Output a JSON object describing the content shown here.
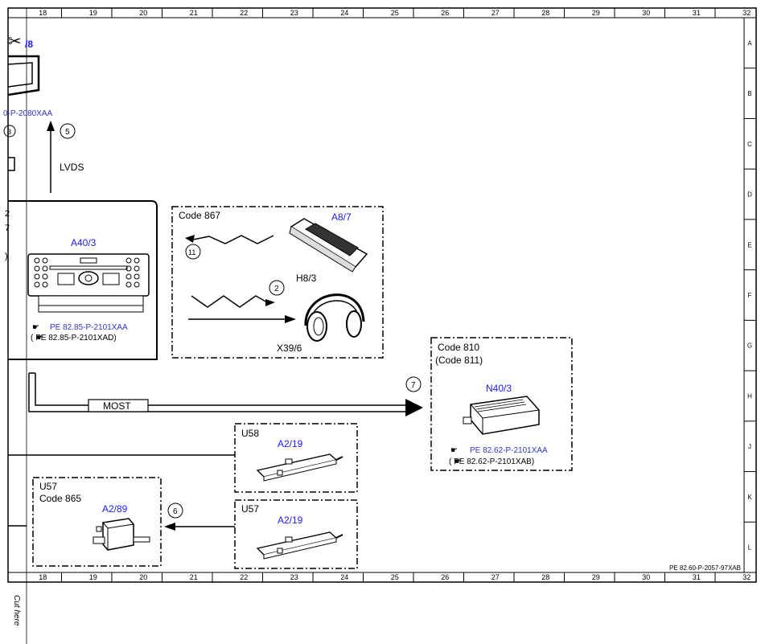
{
  "ruler": {
    "columns": [
      "18",
      "19",
      "20",
      "21",
      "22",
      "23",
      "24",
      "25",
      "26",
      "27",
      "28",
      "29",
      "30",
      "31",
      "32"
    ],
    "rows": [
      "A",
      "B",
      "C",
      "D",
      "E",
      "F",
      "G",
      "H",
      "J",
      "K",
      "L"
    ]
  },
  "top_left": {
    "ref_partial": "/8",
    "doc_ref_partial": "0-P-2080XAA",
    "circle_left": "3",
    "circle_5": "5",
    "lvds": "LVDS"
  },
  "left_panel": {
    "frag_2": "2",
    "frag_7": "7",
    "frag_paren": ")"
  },
  "a40": {
    "ref": "A40/3",
    "doc1": "PE 82.85-P-2101XAA",
    "doc2": "(   PE 82.85-P-2101XAD)"
  },
  "code867": {
    "title": "Code 867",
    "remote_ref": "A8/7",
    "circle_11": "11",
    "circle_2": "2",
    "headphone_ref": "H8/3",
    "connector_ref": "X39/6"
  },
  "most": {
    "label": "MOST",
    "circle_7": "7"
  },
  "code810": {
    "title": "Code 810",
    "subtitle": "(Code 811)",
    "ref": "N40/3",
    "doc1": "PE 82.62-P-2101XAA",
    "doc2": "(   PE 82.62-P-2101XAB)"
  },
  "u58": {
    "title": "U58",
    "ref": "A2/19"
  },
  "u57b": {
    "title": "U57",
    "ref": "A2/19"
  },
  "u57a": {
    "title": "U57",
    "subtitle": "Code 865",
    "ref": "A2/89",
    "circle_6": "6"
  },
  "footer": {
    "doc_id": "PE 82.60-P-2057-97XAB",
    "cut_here": "Cut here"
  },
  "colors": {
    "blue_ref": "#1a1aff",
    "link_blue": "#3333cc",
    "line": "#000000"
  }
}
